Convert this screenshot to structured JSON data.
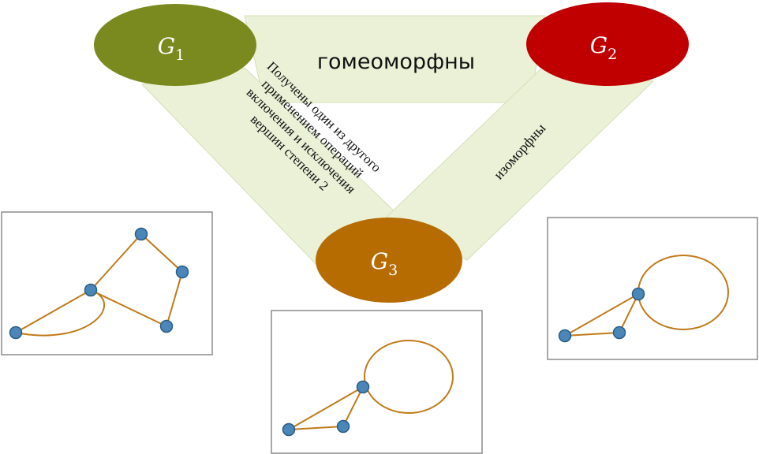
{
  "nodes": {
    "g1": {
      "base": "G",
      "sub": "1",
      "color": "#7b8a1f"
    },
    "g2": {
      "base": "G",
      "sub": "2",
      "color": "#c00000"
    },
    "g3": {
      "base": "G",
      "sub": "3",
      "color": "#b66c00"
    }
  },
  "relations": {
    "top": "гомеоморфны",
    "left_lines": [
      "Получены один из другого",
      "применением операций",
      "включения и исключения",
      "вершин степени 2"
    ],
    "right": "изоморфны"
  },
  "colors": {
    "band": "#ebf1d7",
    "band_stroke": "#d6dfb6",
    "edge": "#c07a18",
    "vertex": "#4a86b8",
    "vertex_stroke": "#2a5d86",
    "box_border": "#8c8c8c"
  }
}
